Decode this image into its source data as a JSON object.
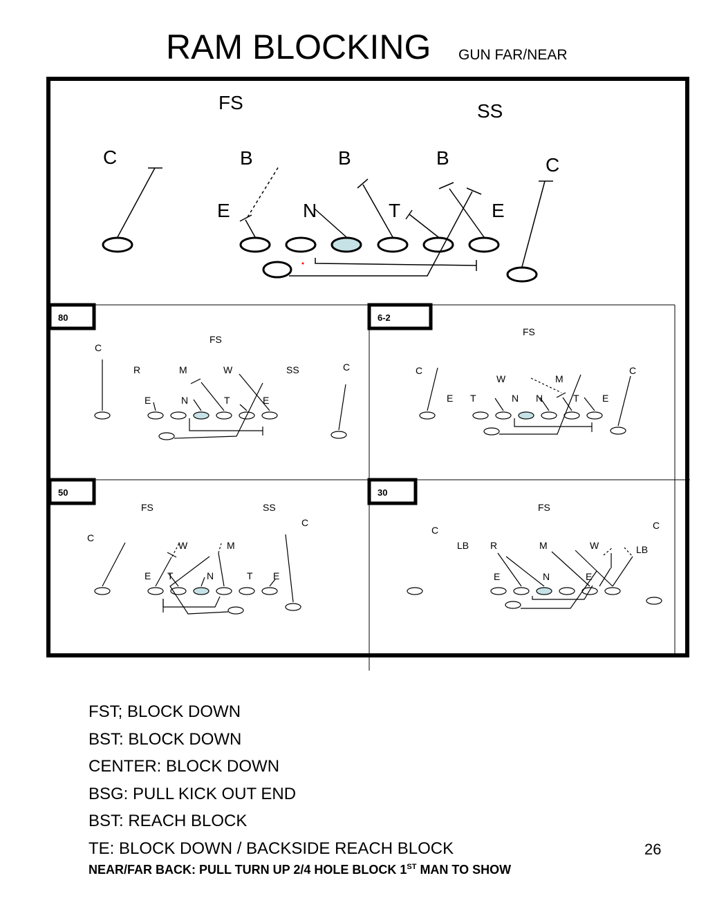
{
  "title": "RAM BLOCKING",
  "subtitle": "GUN FAR/NEAR",
  "colors": {
    "line": "#000000",
    "center_fill": "#c6e2e6",
    "accent_dot": "#ff0000"
  },
  "main_diagram": {
    "labels": {
      "fs": "FS",
      "ss": "SS",
      "c_left": "C",
      "c_right": "C",
      "b1": "B",
      "b2": "B",
      "b3": "B",
      "e_left": "E",
      "n": "N",
      "t": "T",
      "e_right": "E"
    }
  },
  "panels": [
    {
      "tag": "80",
      "labels": {
        "fs": "FS",
        "c_left": "C",
        "r": "R",
        "m": "M",
        "w": "W",
        "ss": "SS",
        "c_right": "C",
        "e1": "E",
        "n": "N",
        "t": "T",
        "e2": "E"
      }
    },
    {
      "tag": "6-2",
      "labels": {
        "fs": "FS",
        "c_left": "C",
        "w": "W",
        "m": "M",
        "c_right": "C",
        "e1": "E",
        "t1": "T",
        "n1": "N",
        "n2": "N",
        "t2": "T",
        "e2": "E"
      }
    },
    {
      "tag": "50",
      "labels": {
        "fs": "FS",
        "ss": "SS",
        "c_left": "C",
        "c_right": "C",
        "w": "W",
        "m": "M",
        "e1": "E",
        "t1": "T",
        "n": "N",
        "t2": "T",
        "e2": "E"
      }
    },
    {
      "tag": "30",
      "labels": {
        "fs": "FS",
        "c_left": "C",
        "c_right": "C",
        "lb1": "LB",
        "r": "R",
        "m": "M",
        "w": "W",
        "lb2": "LB",
        "e1": "E",
        "n": "N",
        "e2": "E"
      }
    }
  ],
  "rules": [
    "FST; BLOCK DOWN",
    "BST: BLOCK DOWN",
    "CENTER: BLOCK DOWN",
    "BSG: PULL KICK OUT END",
    "BST: REACH BLOCK",
    "TE: BLOCK DOWN / BACKSIDE REACH BLOCK"
  ],
  "footnote": {
    "text": "NEAR/FAR BACK: PULL TURN UP 2/4 HOLE BLOCK 1",
    "sup": "ST",
    "tail": " MAN TO SHOW"
  },
  "page_number": "26"
}
